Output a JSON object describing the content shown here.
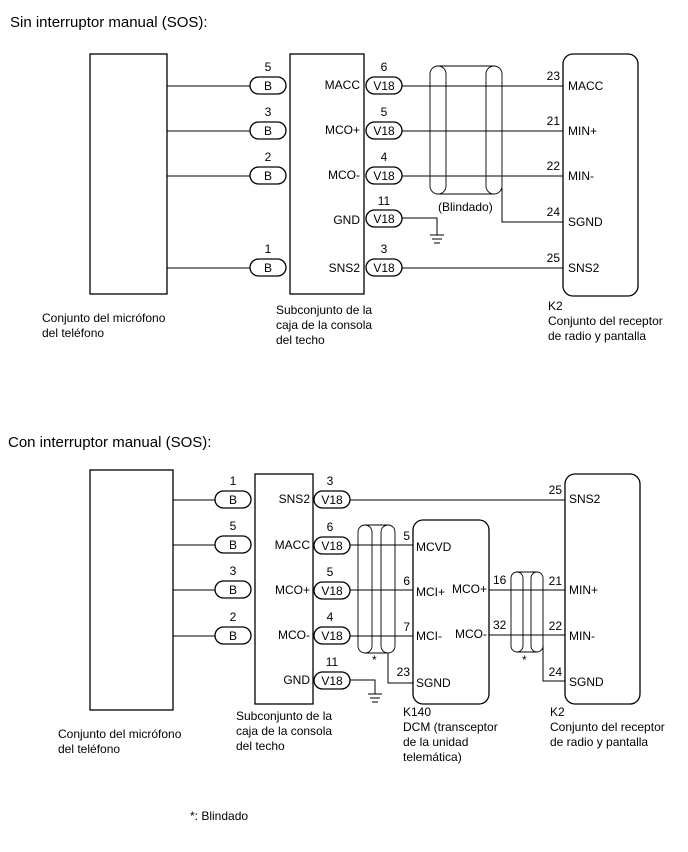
{
  "section1": {
    "title": "Sin interruptor manual (SOS):",
    "phone_mic": {
      "label_lines": [
        "Conjunto del micrófono",
        "del teléfono"
      ]
    },
    "console": {
      "label_lines": [
        "Subconjunto de la",
        "caja de la consola",
        "del techo"
      ]
    },
    "receiver": {
      "code": "K2",
      "label_lines": [
        "Conjunto del receptor",
        "de radio y pantalla"
      ]
    },
    "shield_label": "(Blindado)",
    "mic_pins": [
      {
        "pin": "5",
        "conn": "B"
      },
      {
        "pin": "3",
        "conn": "B"
      },
      {
        "pin": "2",
        "conn": "B"
      },
      {
        "pin": "1",
        "conn": "B"
      }
    ],
    "console_pins": [
      {
        "name": "MACC",
        "pin": "6",
        "conn": "V18"
      },
      {
        "name": "MCO+",
        "pin": "5",
        "conn": "V18"
      },
      {
        "name": "MCO-",
        "pin": "4",
        "conn": "V18"
      },
      {
        "name": "GND",
        "pin": "11",
        "conn": "V18"
      },
      {
        "name": "SNS2",
        "pin": "3",
        "conn": "V18"
      }
    ],
    "receiver_pins": [
      {
        "name": "MACC",
        "pin": "23"
      },
      {
        "name": "MIN+",
        "pin": "21"
      },
      {
        "name": "MIN-",
        "pin": "22"
      },
      {
        "name": "SGND",
        "pin": "24"
      },
      {
        "name": "SNS2",
        "pin": "25"
      }
    ]
  },
  "section2": {
    "title": "Con interruptor manual (SOS):",
    "phone_mic": {
      "label_lines": [
        "Conjunto del micrófono",
        "del teléfono"
      ]
    },
    "console": {
      "label_lines": [
        "Subconjunto de la",
        "caja de la consola",
        "del techo"
      ]
    },
    "dcm": {
      "code": "K140",
      "label_lines": [
        "DCM (transceptor",
        "de la unidad",
        "telemática)"
      ]
    },
    "receiver": {
      "code": "K2",
      "label_lines": [
        "Conjunto del receptor",
        "de radio y pantalla"
      ]
    },
    "star": "*",
    "mic_pins": [
      {
        "pin": "1",
        "conn": "B"
      },
      {
        "pin": "5",
        "conn": "B"
      },
      {
        "pin": "3",
        "conn": "B"
      },
      {
        "pin": "2",
        "conn": "B"
      }
    ],
    "console_pins": [
      {
        "name": "SNS2",
        "pin": "3",
        "conn": "V18"
      },
      {
        "name": "MACC",
        "pin": "6",
        "conn": "V18"
      },
      {
        "name": "MCO+",
        "pin": "5",
        "conn": "V18"
      },
      {
        "name": "MCO-",
        "pin": "4",
        "conn": "V18"
      },
      {
        "name": "GND",
        "pin": "11",
        "conn": "V18"
      }
    ],
    "dcm_left_pins": [
      {
        "name": "MCVD",
        "pin": "5"
      },
      {
        "name": "MCI+",
        "pin": "6"
      },
      {
        "name": "MCI-",
        "pin": "7"
      },
      {
        "name": "SGND",
        "pin": "23"
      }
    ],
    "dcm_right_pins": [
      {
        "name": "MCO+",
        "pin": "16"
      },
      {
        "name": "MCO-",
        "pin": "32"
      }
    ],
    "receiver_pins": [
      {
        "name": "SNS2",
        "pin": "25"
      },
      {
        "name": "MIN+",
        "pin": "21"
      },
      {
        "name": "MIN-",
        "pin": "22"
      },
      {
        "name": "SGND",
        "pin": "24"
      }
    ]
  },
  "footnote": "*: Blindado"
}
